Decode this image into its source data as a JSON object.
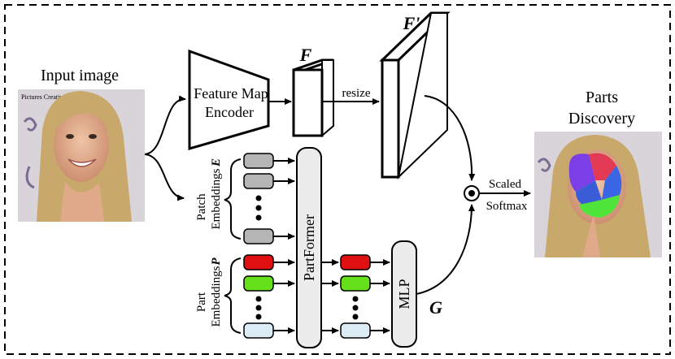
{
  "input": {
    "title": "Input image"
  },
  "encoder": {
    "label_line1": "Feature Map",
    "label_line2": "Encoder"
  },
  "features": {
    "f": "F",
    "f_prime": "F'",
    "resize": "resize",
    "g": "G"
  },
  "patch": {
    "label_line1": "Patch",
    "label_line2": "Embeddings",
    "symbol": "E"
  },
  "part": {
    "label_line1": "Part",
    "label_line2": "Embeddings",
    "symbol": "P"
  },
  "partformer": {
    "label": "PartFormer"
  },
  "mlp": {
    "label": "MLP"
  },
  "softmax": {
    "line1": "Scaled",
    "line2": "Softmax"
  },
  "output": {
    "title_line1": "Parts",
    "title_line2": "Discovery"
  },
  "colors": {
    "patch_token": "#b5b5b5",
    "part_red": "#e01010",
    "part_green": "#66e01a",
    "part_light": "#dcecf4",
    "block_fill": "#ececec",
    "mask_purple": "#7a3fe6",
    "mask_red": "#e23a55",
    "mask_blue": "#3a66e6",
    "mask_green": "#4ee43a"
  }
}
